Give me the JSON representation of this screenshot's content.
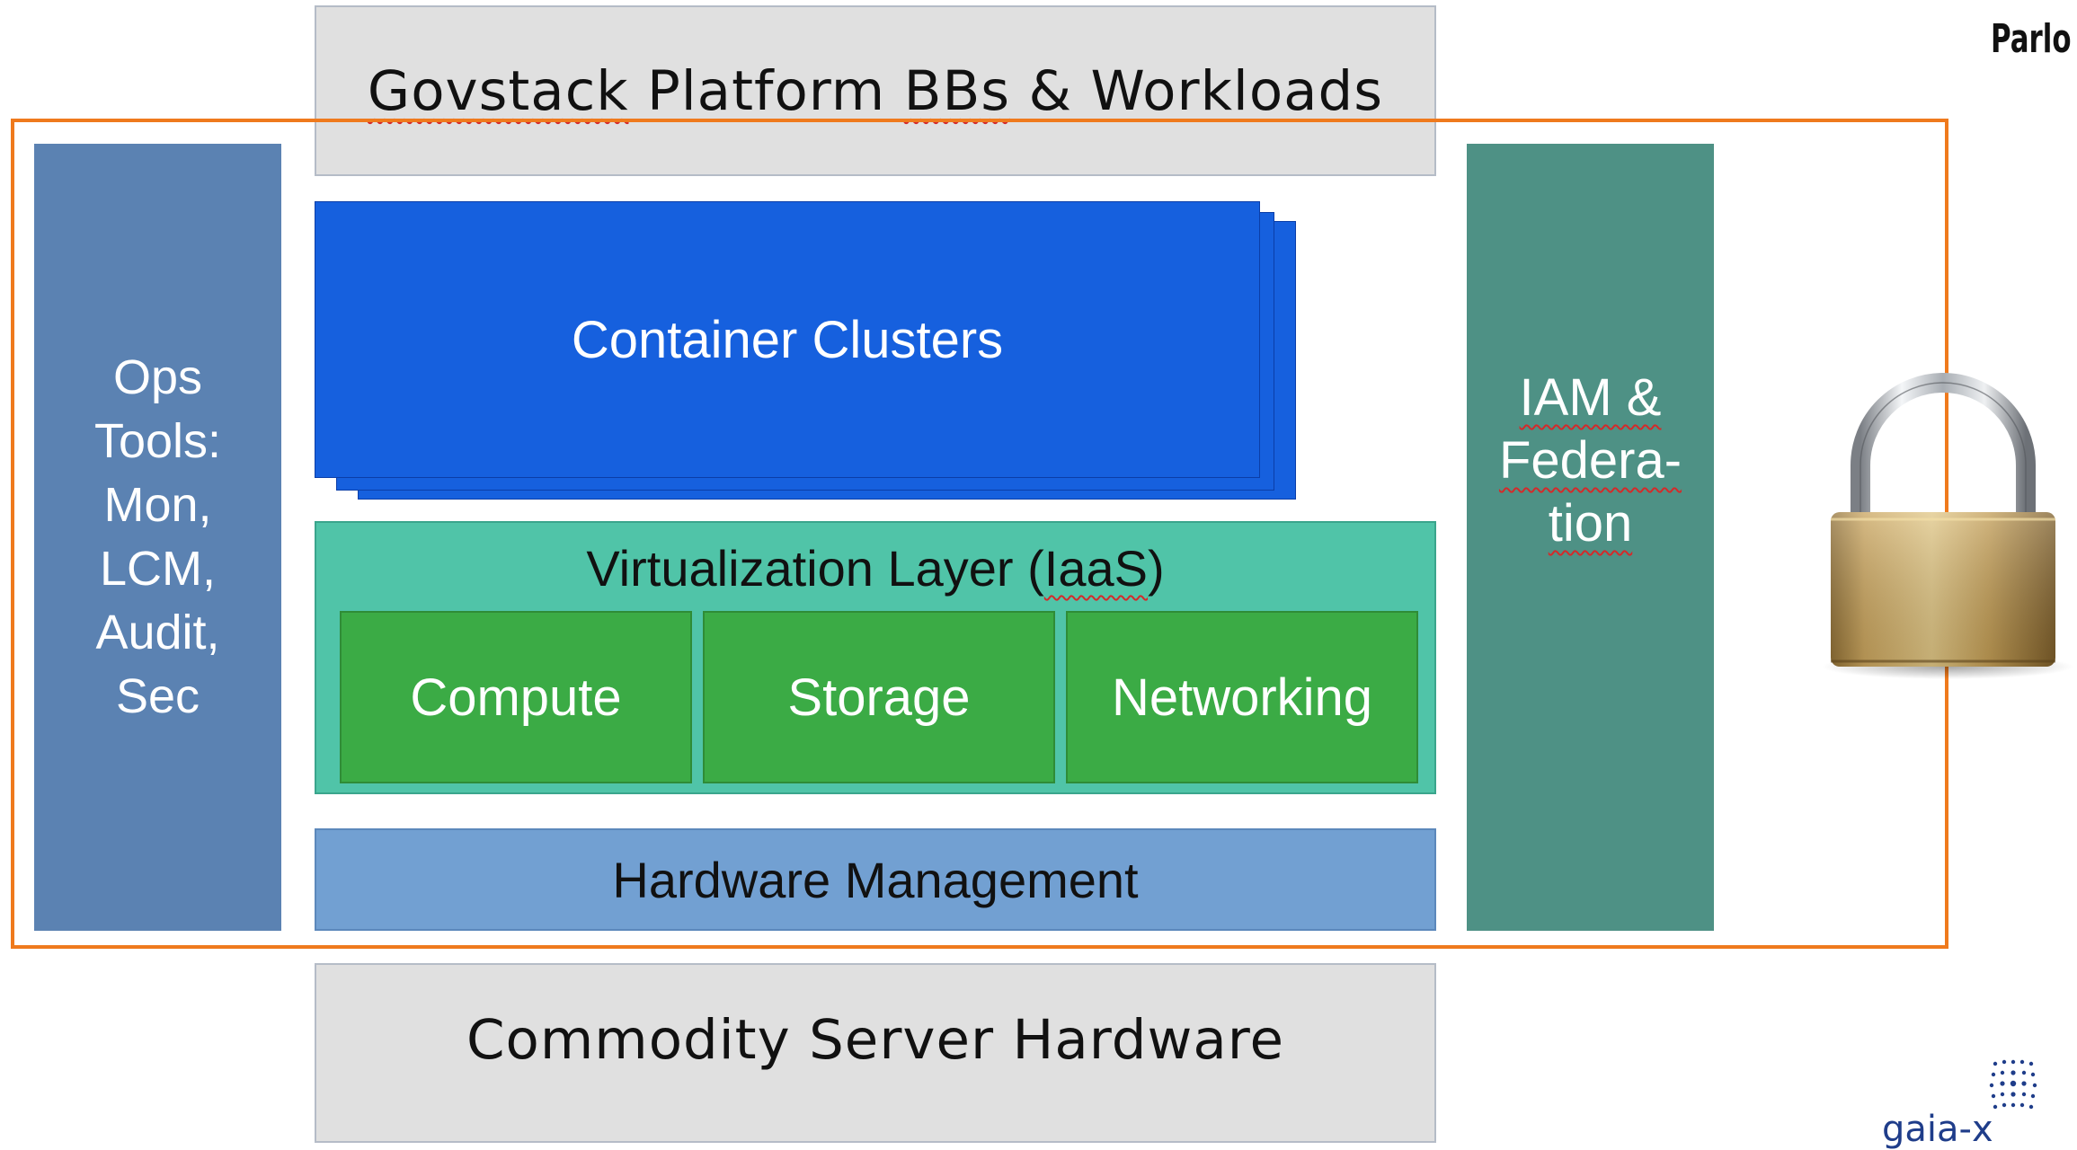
{
  "platform": {
    "label_part1": "Govstack",
    "label_part2": " Platform ",
    "label_part3": "BBs",
    "label_part4": " & Workloads"
  },
  "ops_tools": {
    "lines": [
      "Ops",
      "Tools:",
      "Mon,",
      "LCM,",
      "Audit,",
      "Sec"
    ]
  },
  "container_clusters": {
    "label": "Container Clusters"
  },
  "virtualization": {
    "title_part1": "Virtualization Layer (",
    "title_part2": "IaaS",
    "title_part3": ")",
    "components": [
      "Compute",
      "Storage",
      "Networking"
    ]
  },
  "hardware_management": {
    "label": "Hardware Management"
  },
  "iam": {
    "line1": "IAM &",
    "line2": "Federa-",
    "line3": "tion"
  },
  "commodity_hardware": {
    "label": "Commodity Server Hardware"
  },
  "corner_text": "Parlo",
  "logo": {
    "text": "gaia-x"
  },
  "colors": {
    "frame": "#ef7a1d",
    "ops": "#5b82b2",
    "clusters": "#1660de",
    "virtualization": "#50c4a8",
    "components": "#3bab45",
    "hardware_management": "#72a0d2",
    "iam": "#4e9185",
    "gray_boxes": "#e0e0e0"
  }
}
